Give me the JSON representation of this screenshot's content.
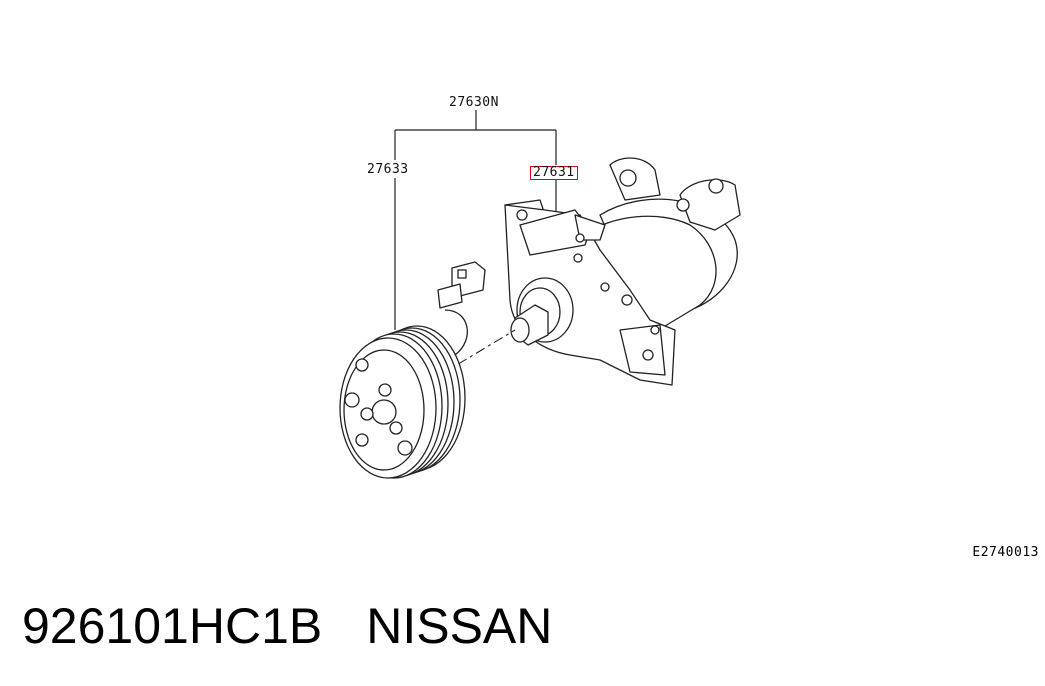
{
  "callouts": {
    "assembly": "27630N",
    "clutch": "27633",
    "compressor": "27631"
  },
  "reference_code": "E2740013",
  "part": {
    "number": "926101HC1B",
    "brand": "NISSAN"
  },
  "colors": {
    "highlight": "#e3000f",
    "line": "#222222"
  }
}
